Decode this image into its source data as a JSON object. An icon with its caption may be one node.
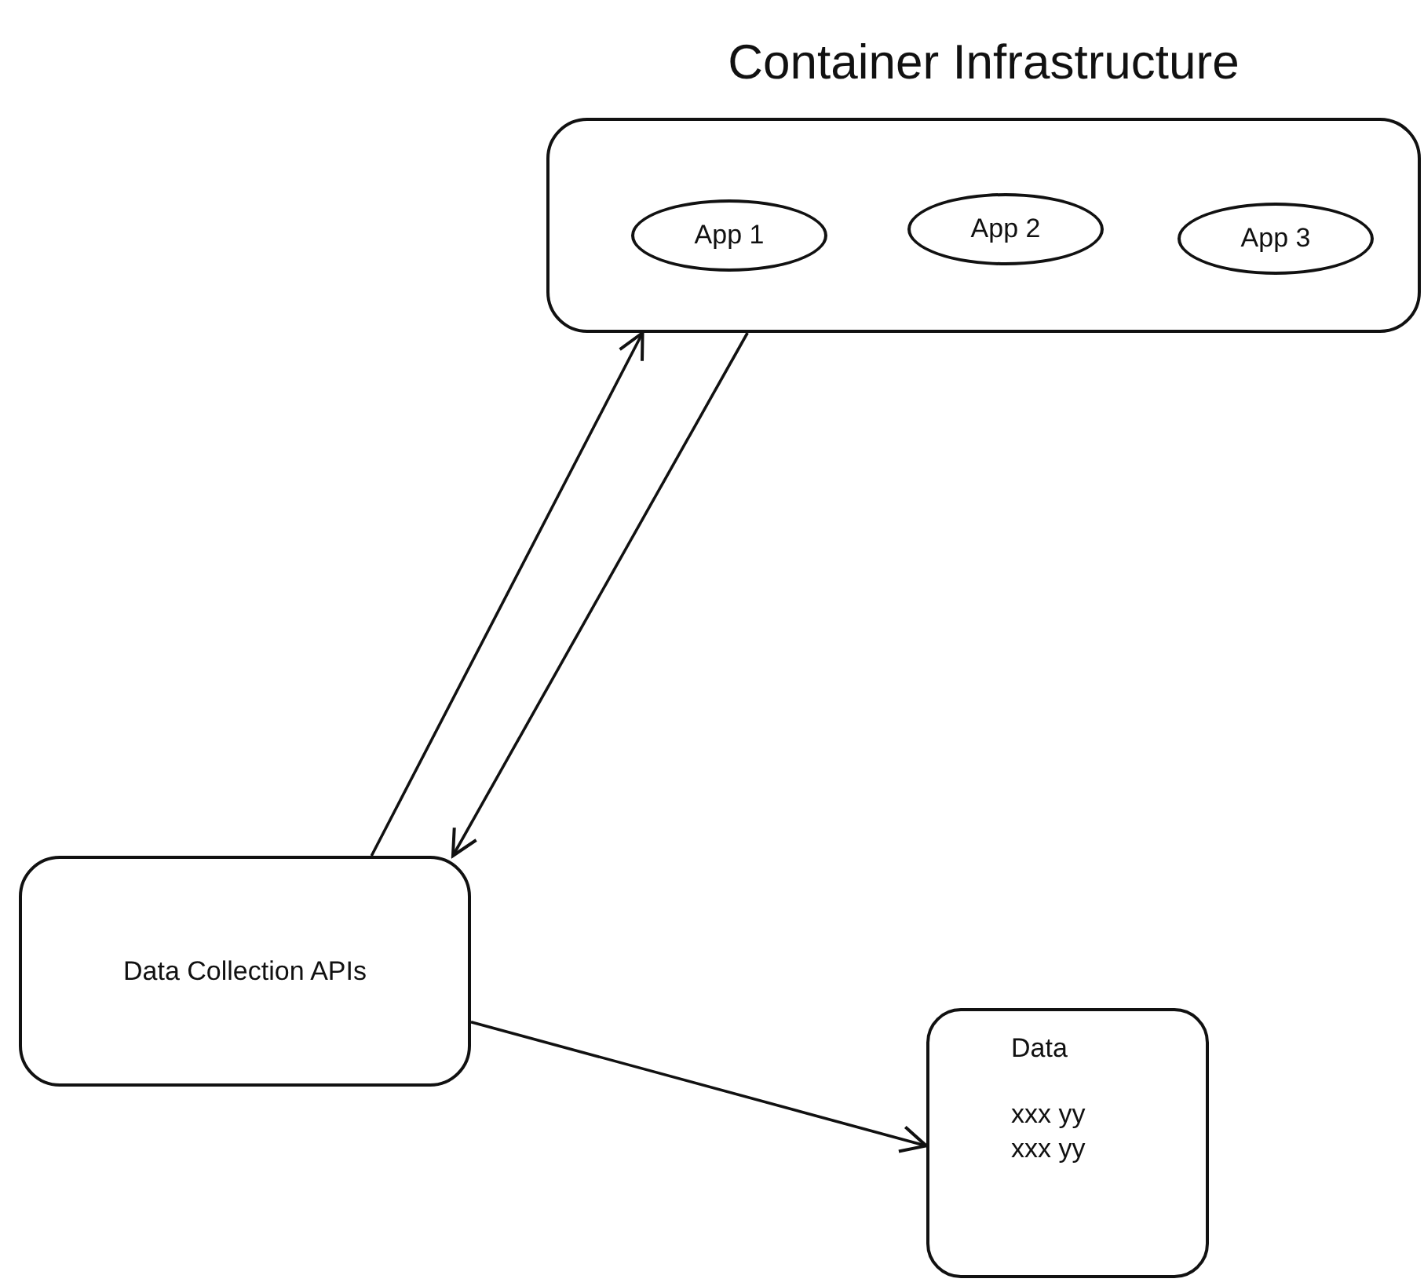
{
  "diagram": {
    "nodes": [
      {
        "text": [
          "Container Infrastructure"
        ]
      },
      {
        "text": [
          "App 1"
        ],
        "in": 0
      },
      {
        "text": [
          "App 2"
        ],
        "in": 0
      },
      {
        "text": [
          "App 3"
        ],
        "in": 0
      },
      {
        "text": [
          "Data Collection APIs"
        ]
      },
      {
        "text": [
          "Data",
          "xxx yy",
          "xxx yy"
        ]
      }
    ],
    "edges": [
      {
        "from": 4,
        "to": 0,
        "arrow": "to"
      },
      {
        "from": 0,
        "to": 4,
        "arrow": "to"
      },
      {
        "from": 4,
        "to": 5,
        "arrow": "to"
      }
    ]
  }
}
